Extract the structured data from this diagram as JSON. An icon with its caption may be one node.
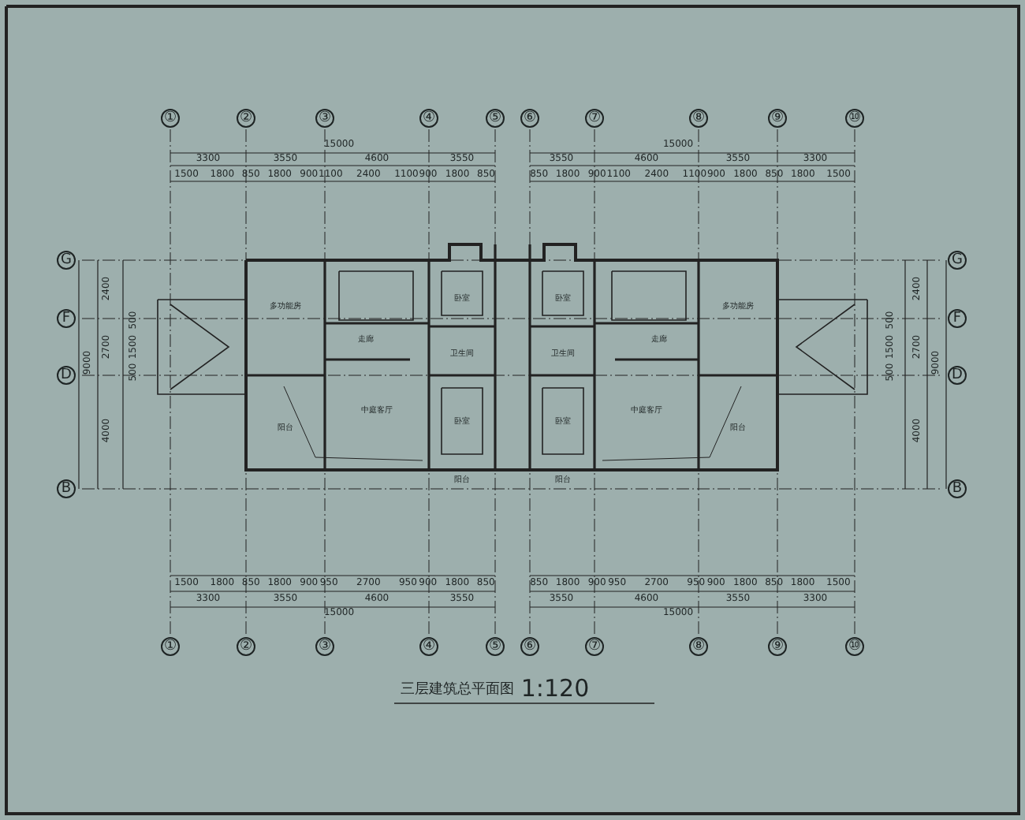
{
  "diagram": {
    "title": "三层建筑总平面图",
    "labels": [
      "①",
      "②",
      "③",
      "④",
      "⑤",
      "⑥",
      "⑦",
      "⑧",
      "⑨",
      "⑩",
      "15000",
      "15000",
      "3300",
      "3550",
      "4600",
      "3550",
      "3550",
      "4600",
      "3550",
      "3300",
      "1500",
      "1800",
      "850",
      "1800",
      "900",
      "1100",
      "2400",
      "1100",
      "900",
      "1800",
      "850",
      "850",
      "1800",
      "900",
      "1100",
      "2400",
      "1100",
      "900",
      "1800",
      "850",
      "1800",
      "1500",
      "G",
      "F",
      "D",
      "B",
      "2400",
      "9000",
      "2700",
      "500",
      "1500",
      "500",
      "4000",
      "多功能房",
      "卧室",
      "卧室",
      "多功能房",
      "走廊",
      "卫生间",
      "卫生间",
      "走廊",
      "中庭客厅",
      "卧室",
      "卧室",
      "中庭客厅",
      "阳台",
      "阳台",
      "阳台",
      "阳台",
      "2400",
      "9000",
      "2700",
      "500",
      "1500",
      "500",
      "4000",
      "G",
      "F",
      "D",
      "B",
      "1500",
      "1800",
      "850",
      "1800",
      "900",
      "950",
      "2700",
      "950",
      "900",
      "1800",
      "850",
      "850",
      "1800",
      "900",
      "950",
      "2700",
      "950",
      "900",
      "1800",
      "850",
      "1800",
      "1500",
      "3300",
      "3550",
      "4600",
      "3550",
      "3550",
      "4600",
      "3550",
      "3300",
      "15000",
      "15000",
      "①",
      "②",
      "③",
      "④",
      "⑤",
      "⑥",
      "⑦",
      "⑧",
      "⑨",
      "⑩",
      "1:120"
    ]
  }
}
